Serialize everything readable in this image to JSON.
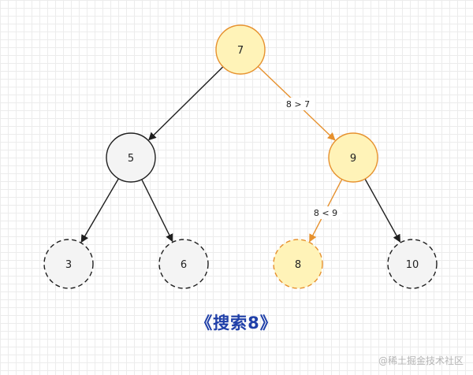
{
  "title": "《搜索8》",
  "watermark": "@稀土掘金技术社区",
  "colors": {
    "highlight_fill": "#fff3b8",
    "highlight_stroke": "#e6912e",
    "normal_fill": "#f4f4f4",
    "normal_stroke": "#1f1f1f",
    "edge_default": "#1f1f1f",
    "edge_highlight": "#e6912e",
    "title": "#1f3fa8"
  },
  "nodes": [
    {
      "id": "n7",
      "label": "7",
      "state": "highlight"
    },
    {
      "id": "n5",
      "label": "5",
      "state": "normal"
    },
    {
      "id": "n9",
      "label": "9",
      "state": "highlight"
    },
    {
      "id": "n3",
      "label": "3",
      "state": "leaf"
    },
    {
      "id": "n6",
      "label": "6",
      "state": "leaf"
    },
    {
      "id": "n8",
      "label": "8",
      "state": "target"
    },
    {
      "id": "n10",
      "label": "10",
      "state": "leaf"
    }
  ],
  "edges": [
    {
      "from": "n7",
      "to": "n5",
      "label": "",
      "highlight": false
    },
    {
      "from": "n7",
      "to": "n9",
      "label": "8 > 7",
      "highlight": true
    },
    {
      "from": "n5",
      "to": "n3",
      "label": "",
      "highlight": false
    },
    {
      "from": "n5",
      "to": "n6",
      "label": "",
      "highlight": false
    },
    {
      "from": "n9",
      "to": "n8",
      "label": "8 < 9",
      "highlight": true
    },
    {
      "from": "n9",
      "to": "n10",
      "label": "",
      "highlight": false
    }
  ]
}
